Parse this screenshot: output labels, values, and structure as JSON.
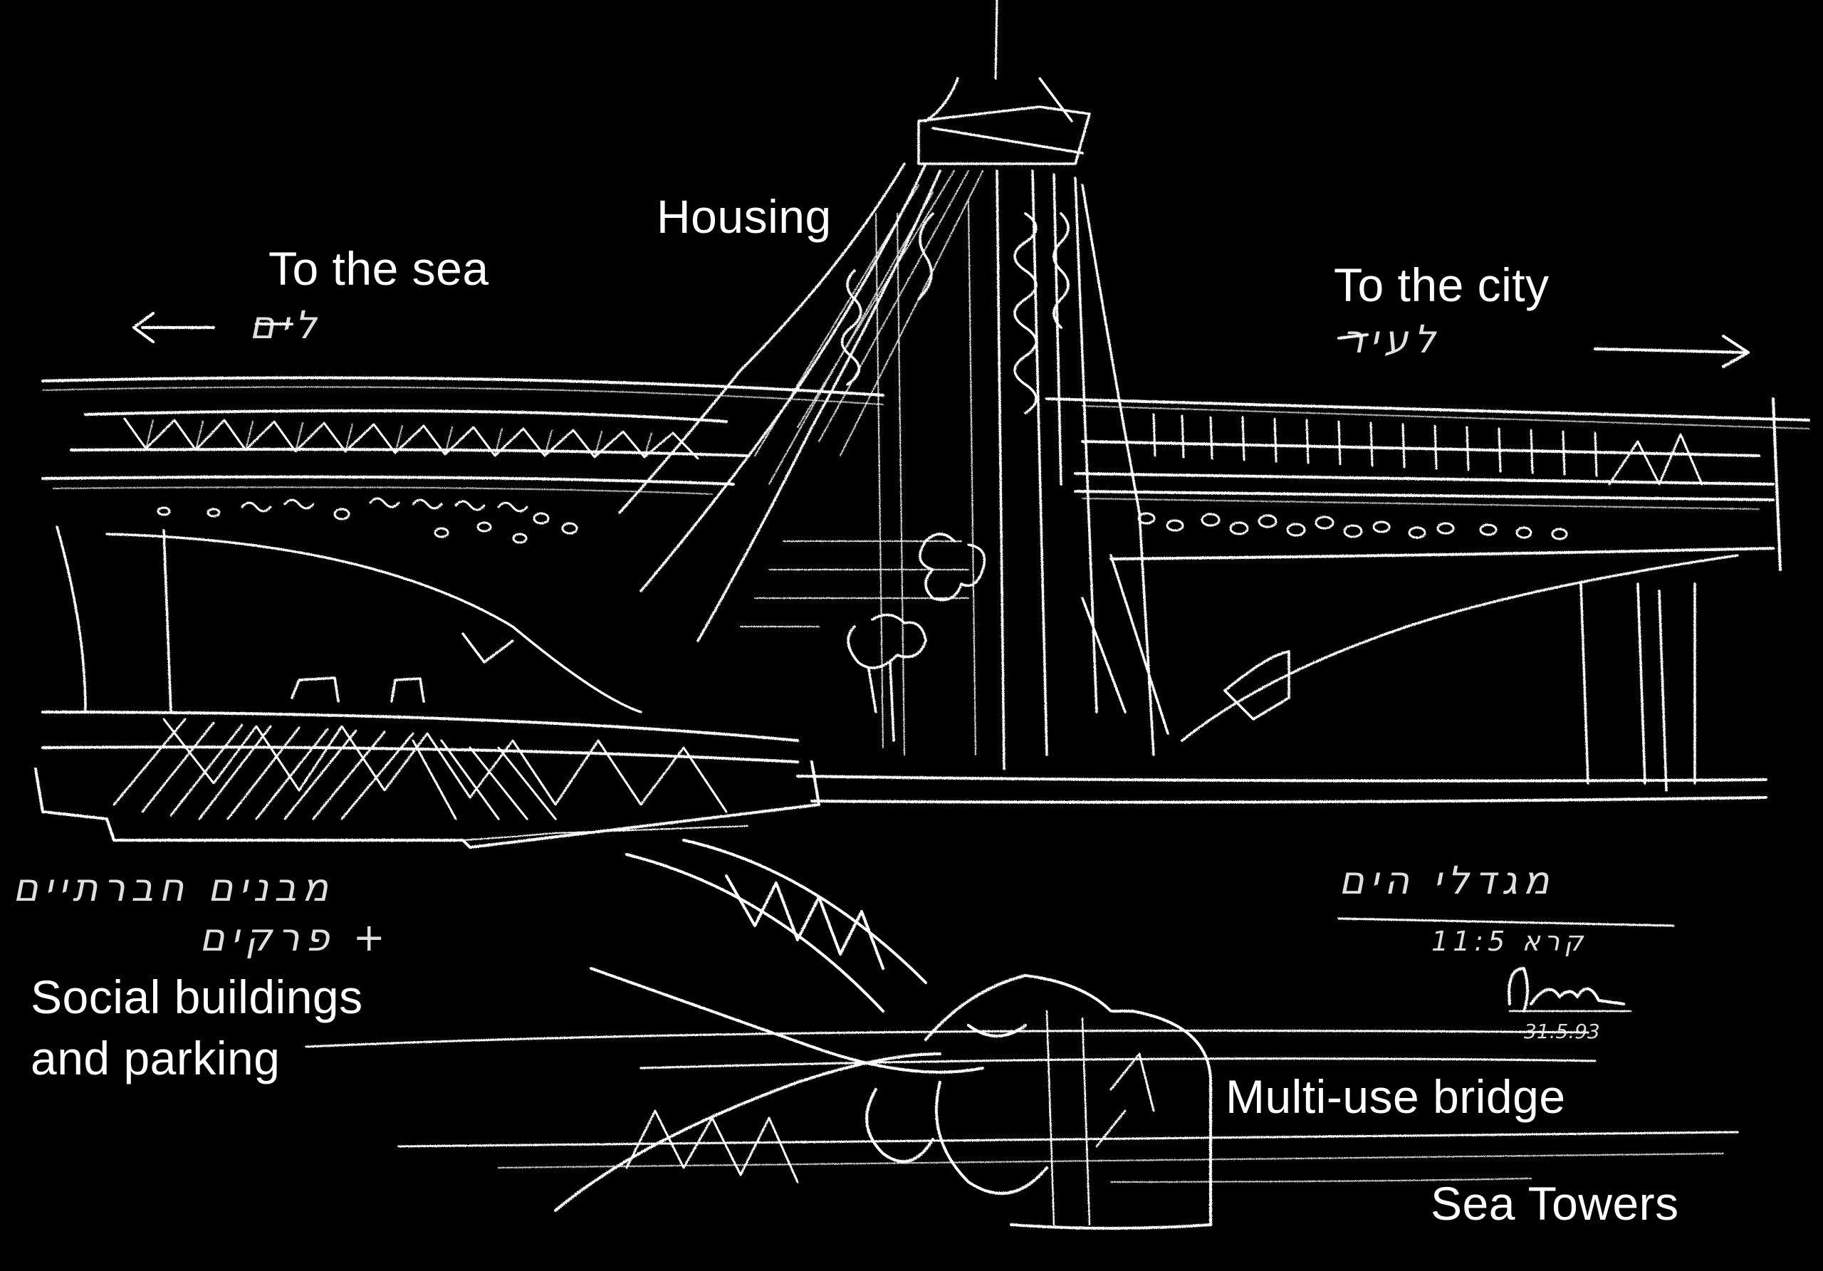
{
  "colors": {
    "background": "#000000",
    "chalk": "#ffffff"
  },
  "labels": {
    "housing": "Housing",
    "to_the_sea": "To the sea",
    "to_the_city": "To the city",
    "social_buildings": "Social buildings\nand parking",
    "multi_use_bridge": "Multi-use bridge",
    "sea_towers": "Sea Towers"
  },
  "handwriting": {
    "to_sea_hebrew": "לים",
    "to_city_hebrew": "לעיר",
    "social_line1_hebrew": "מבנים חברתיים",
    "social_line2_hebrew": "+ פרקים",
    "sea_towers_hebrew": "מגדלי הים",
    "sub_note": "קרא 11:5",
    "date": "31.5.93"
  }
}
